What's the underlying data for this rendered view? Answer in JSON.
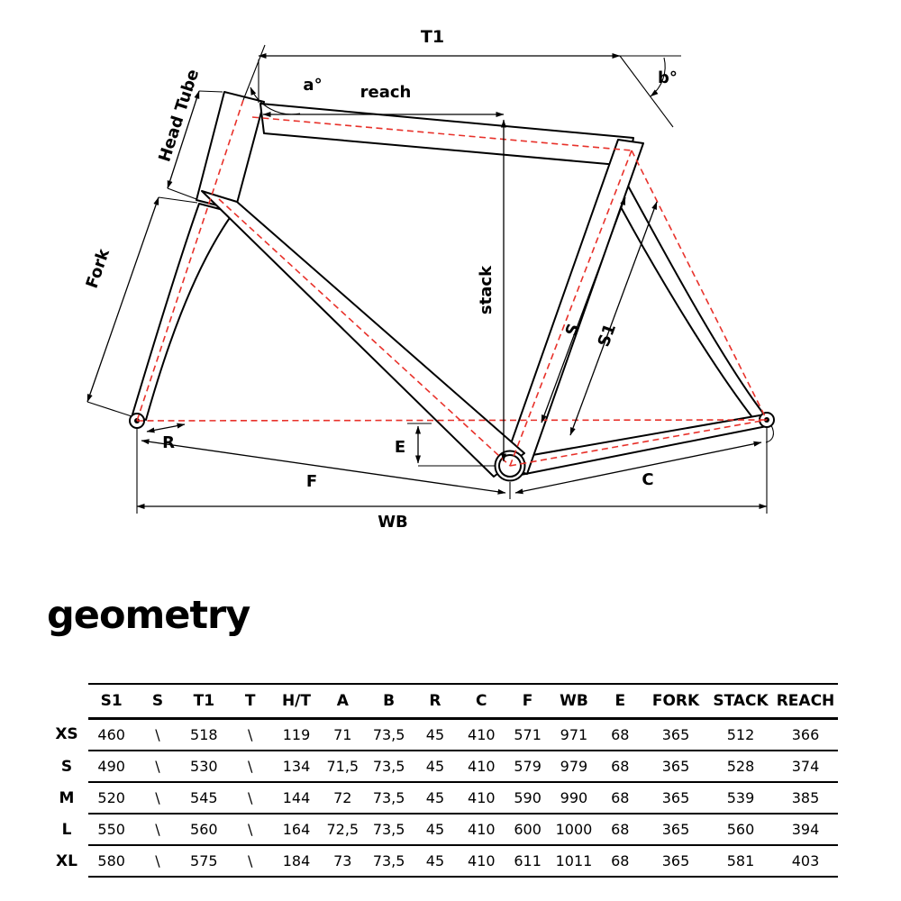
{
  "diagram": {
    "accent_color": "#e8312a",
    "labels": {
      "t1": "T1",
      "a_angle": "a°",
      "b_angle": "b°",
      "reach": "reach",
      "head_tube": "Head Tube",
      "fork": "Fork",
      "stack": "stack",
      "s": "S",
      "s1": "S1",
      "r": "R",
      "e": "E",
      "f": "F",
      "c": "C",
      "wb": "WB"
    }
  },
  "title": "geometry",
  "table": {
    "columns": [
      "S1",
      "S",
      "T1",
      "T",
      "H/T",
      "A",
      "B",
      "R",
      "C",
      "F",
      "WB",
      "E",
      "FORK",
      "STACK",
      "REACH"
    ],
    "rows": [
      {
        "label": "XS",
        "values": [
          "460",
          "\\",
          "518",
          "\\",
          "119",
          "71",
          "73,5",
          "45",
          "410",
          "571",
          "971",
          "68",
          "365",
          "512",
          "366"
        ]
      },
      {
        "label": "S",
        "values": [
          "490",
          "\\",
          "530",
          "\\",
          "134",
          "71,5",
          "73,5",
          "45",
          "410",
          "579",
          "979",
          "68",
          "365",
          "528",
          "374"
        ]
      },
      {
        "label": "M",
        "values": [
          "520",
          "\\",
          "545",
          "\\",
          "144",
          "72",
          "73,5",
          "45",
          "410",
          "590",
          "990",
          "68",
          "365",
          "539",
          "385"
        ]
      },
      {
        "label": "L",
        "values": [
          "550",
          "\\",
          "560",
          "\\",
          "164",
          "72,5",
          "73,5",
          "45",
          "410",
          "600",
          "1000",
          "68",
          "365",
          "560",
          "394"
        ]
      },
      {
        "label": "XL",
        "values": [
          "580",
          "\\",
          "575",
          "\\",
          "184",
          "73",
          "73,5",
          "45",
          "410",
          "611",
          "1011",
          "68",
          "365",
          "581",
          "403"
        ]
      }
    ]
  }
}
